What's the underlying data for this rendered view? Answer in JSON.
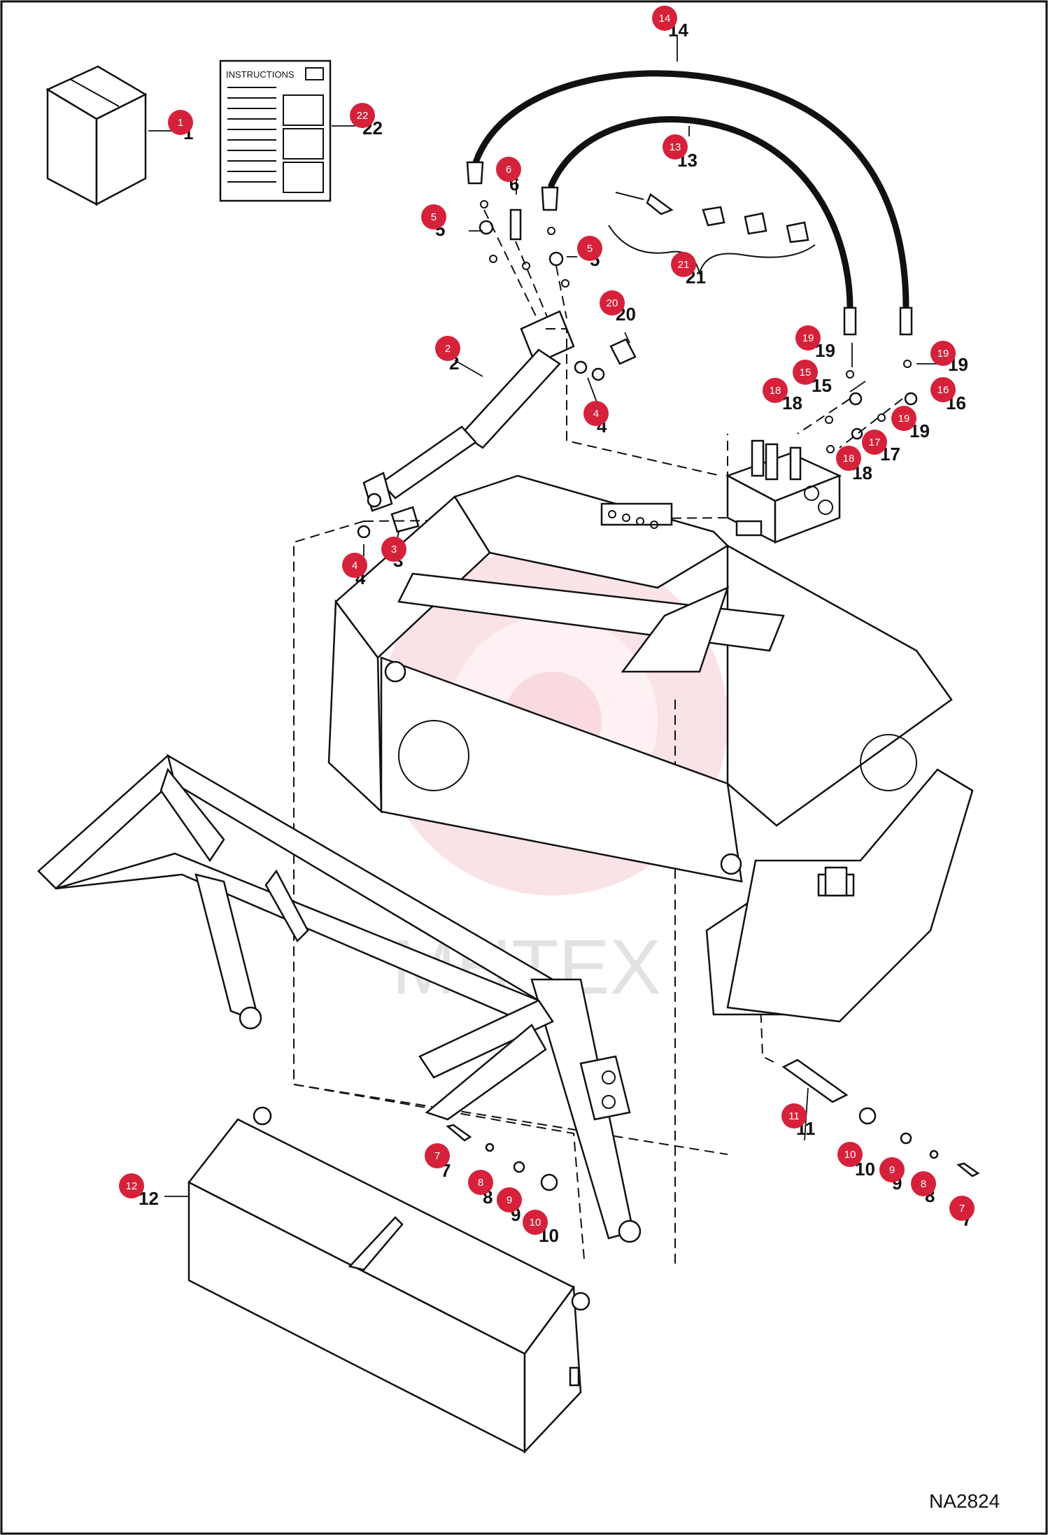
{
  "diagram": {
    "drawing_code": "NA2824",
    "watermark_text": "MHTEX",
    "instructions_sheet_title": "INSTRUCTIONS",
    "callout_color": "#d6213a",
    "callouts": [
      {
        "id": "c1",
        "label": "1"
      },
      {
        "id": "c22",
        "label": "22"
      },
      {
        "id": "c14",
        "label": "14"
      },
      {
        "id": "c13",
        "label": "13"
      },
      {
        "id": "c6",
        "label": "6"
      },
      {
        "id": "c5a",
        "label": "5"
      },
      {
        "id": "c5b",
        "label": "5"
      },
      {
        "id": "c21",
        "label": "21"
      },
      {
        "id": "c20",
        "label": "20"
      },
      {
        "id": "c2",
        "label": "2"
      },
      {
        "id": "c4a",
        "label": "4"
      },
      {
        "id": "c3",
        "label": "3"
      },
      {
        "id": "c4b",
        "label": "4"
      },
      {
        "id": "c19a",
        "label": "19"
      },
      {
        "id": "c15",
        "label": "15"
      },
      {
        "id": "c18a",
        "label": "18"
      },
      {
        "id": "c19b",
        "label": "19"
      },
      {
        "id": "c16",
        "label": "16"
      },
      {
        "id": "c19c",
        "label": "19"
      },
      {
        "id": "c17",
        "label": "17"
      },
      {
        "id": "c18b",
        "label": "18"
      },
      {
        "id": "c11",
        "label": "11"
      },
      {
        "id": "c10a",
        "label": "10"
      },
      {
        "id": "c9a",
        "label": "9"
      },
      {
        "id": "c8a",
        "label": "8"
      },
      {
        "id": "c7a",
        "label": "7"
      },
      {
        "id": "c7b",
        "label": "7"
      },
      {
        "id": "c8b",
        "label": "8"
      },
      {
        "id": "c9b",
        "label": "9"
      },
      {
        "id": "c10b",
        "label": "10"
      },
      {
        "id": "c12",
        "label": "12"
      }
    ]
  }
}
